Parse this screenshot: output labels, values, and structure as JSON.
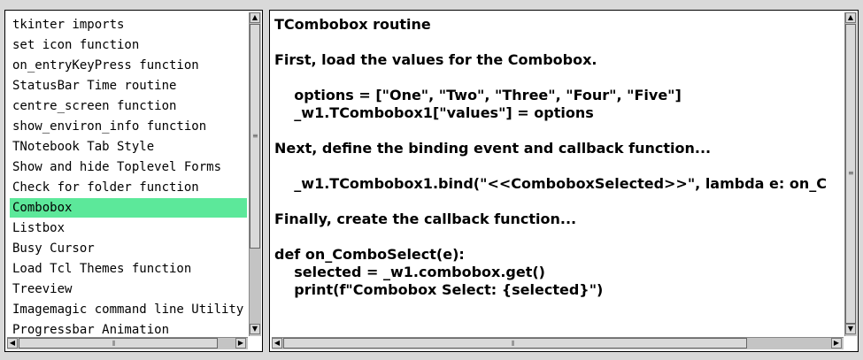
{
  "listbox": {
    "items": [
      "tkinter imports",
      "set icon function",
      "on_entryKeyPress function",
      "StatusBar Time routine",
      "centre_screen function",
      "show_environ_info function",
      "TNotebook Tab Style",
      "Show and hide Toplevel Forms",
      "Check for folder function",
      "Combobox",
      "Listbox",
      "Busy Cursor",
      "Load Tcl Themes function",
      "Treeview",
      "Imagemagic command line Utility",
      "Progressbar Animation"
    ],
    "selected": "Combobox",
    "selected_color": "#5ce89a"
  },
  "text": {
    "lines": [
      "TCombobox routine",
      "",
      "First, load the values for the Combobox.",
      "",
      "    options = [\"One\", \"Two\", \"Three\", \"Four\", \"Five\"]",
      "    _w1.TCombobox1[\"values\"] = options",
      "",
      "Next, define the binding event and callback function...",
      "",
      "    _w1.TCombobox1.bind(\"<<ComboboxSelected>>\", lambda e: on_C",
      "",
      "Finally, create the callback function...",
      "",
      "def on_ComboSelect(e):",
      "    selected = _w1.combobox.get()",
      "    print(f\"Combobox Select: {selected}\")"
    ]
  },
  "icons": {
    "up": "▲",
    "down": "▼",
    "left": "◀",
    "right": "▶",
    "grip_v": "≡",
    "grip_h": "⦀"
  }
}
